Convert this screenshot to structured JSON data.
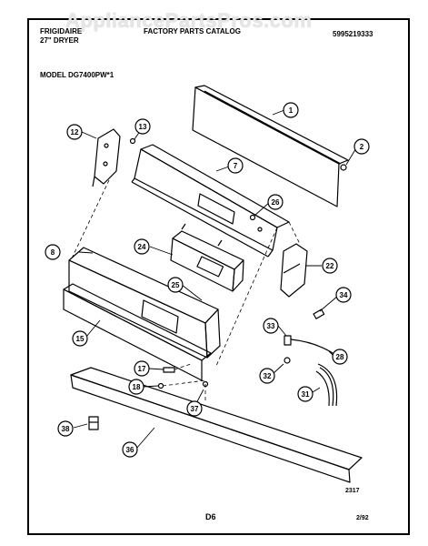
{
  "header": {
    "brand": "FRIGIDAIRE",
    "product": "27\" DRYER",
    "catalog_title": "FACTORY PARTS CATALOG",
    "catalog_number": "5995219333",
    "model": "MODEL DG7400PW*1",
    "watermark": "AppliancePartsPros.com"
  },
  "footer": {
    "figure_code": "2317",
    "page": "D6",
    "date": "2/92"
  },
  "callouts": [
    "1",
    "2",
    "7",
    "8",
    "12",
    "13",
    "15",
    "17",
    "18",
    "22",
    "24",
    "25",
    "26",
    "28",
    "31",
    "32",
    "33",
    "34",
    "36",
    "37",
    "38"
  ]
}
